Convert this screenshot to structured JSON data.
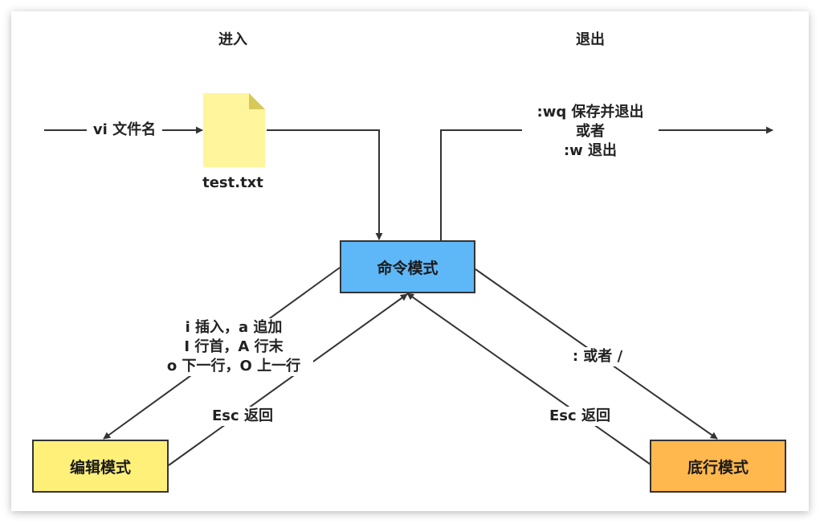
{
  "columns": {
    "enter": "进入",
    "exit": "退出"
  },
  "file": {
    "name": "test.txt"
  },
  "edges": {
    "open_file": "vi 文件名",
    "save_exit": [
      ":wq 保存并退出",
      "或者",
      ":w 退出"
    ],
    "to_edit": [
      "i 插入，a 追加",
      "I 行首，A 行末",
      "o 下一行，O 上一行"
    ],
    "esc_from_edit": "Esc 返回",
    "to_bottom": ": 或者 /",
    "esc_from_bottom": "Esc 返回"
  },
  "nodes": {
    "command": {
      "label": "命令模式",
      "color": "#5EB7F7"
    },
    "edit": {
      "label": "编辑模式",
      "color": "#FFF07A"
    },
    "bottom": {
      "label": "底行模式",
      "color": "#FFB84D"
    }
  }
}
